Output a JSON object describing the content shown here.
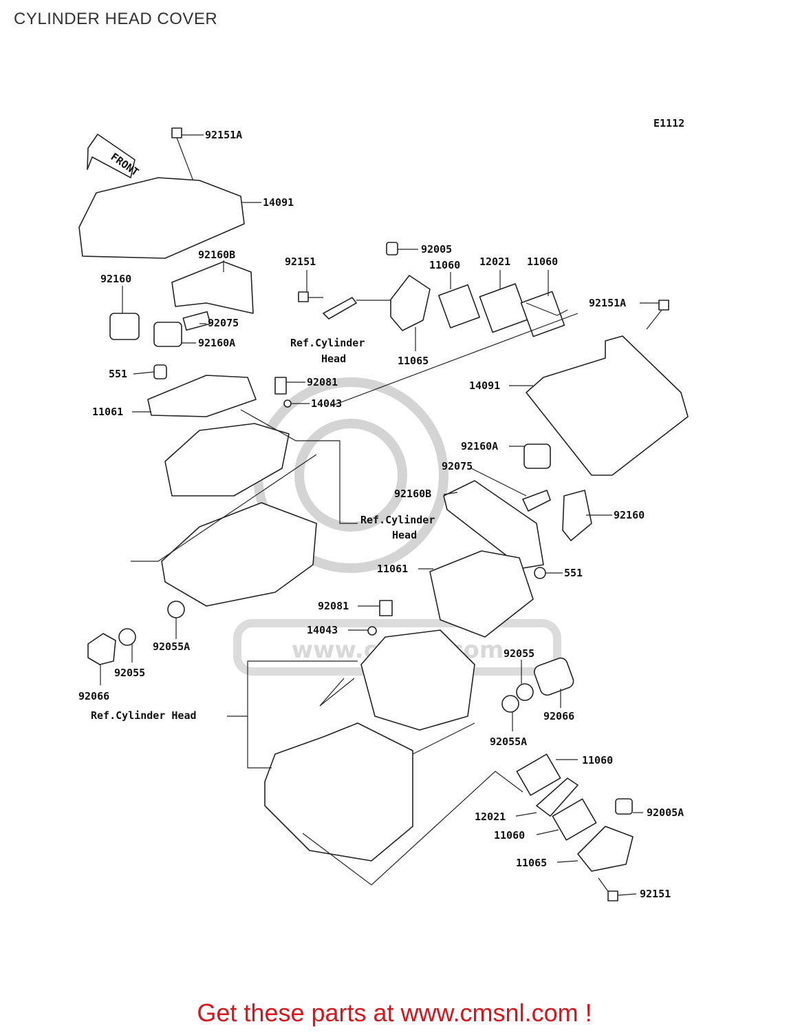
{
  "header": {
    "title": "CYLINDER HEAD COVER"
  },
  "diagram": {
    "code": "E1112",
    "front_label": "FRONT",
    "labels": {
      "p92151A_top": "92151A",
      "p14091_top": "14091",
      "p92160B_left": "92160B",
      "p92160_left": "92160",
      "p92075_left": "92075",
      "p92160A_left": "92160A",
      "p551_left": "551",
      "p11061_left": "11061",
      "p92081_top": "92081",
      "p14043_top": "14043",
      "p92151_top": "92151",
      "p92005": "92005",
      "p11060_a": "11060",
      "p12021_top": "12021",
      "p11060_b": "11060",
      "p11065_top": "11065",
      "p92151A_right": "92151A",
      "p14091_right": "14091",
      "p92160A_right": "92160A",
      "p92075_right": "92075",
      "p92160B_right": "92160B",
      "p92160_right": "92160",
      "p11061_right": "11061",
      "p551_right": "551",
      "p92081_bottom": "92081",
      "p14043_bottom": "14043",
      "p92055A_left": "92055A",
      "p92055_left": "92055",
      "p92066_left": "92066",
      "p92055_right": "92055",
      "p92066_right": "92066",
      "p92055A_right": "92055A",
      "p11060_c": "11060",
      "p12021_bottom": "12021",
      "p11060_d": "11060",
      "p92005A": "92005A",
      "p11065_bottom": "11065",
      "p92151_bottom": "92151"
    },
    "refs": {
      "ref_top_line1": "Ref.Cylinder",
      "ref_top_line2": "Head",
      "ref_mid_line1": "Ref.Cylinder",
      "ref_mid_line2": "Head",
      "ref_bottom": "Ref.Cylinder Head"
    },
    "watermark": "www.cmsnl.com"
  },
  "footer": {
    "text": "Get these parts at www.cmsnl.com !"
  }
}
